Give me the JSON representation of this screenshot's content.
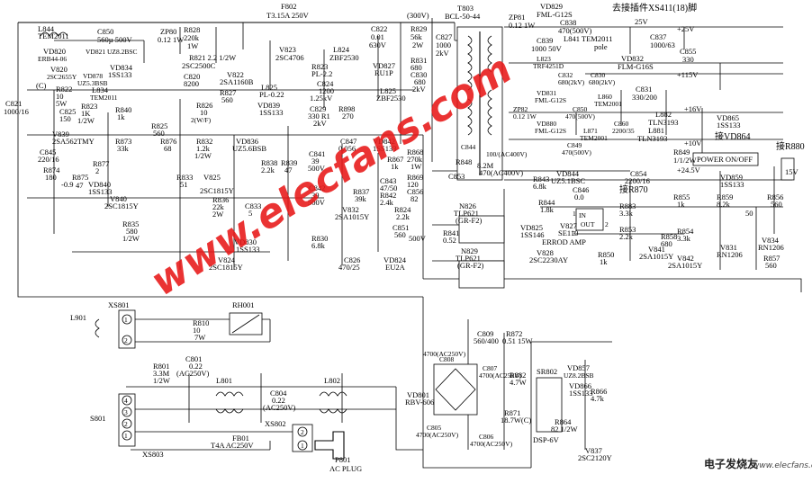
{
  "watermark": {
    "text": "www.elecfans.com",
    "color": "#e81818"
  },
  "logo": {
    "cn": "电子发烧友",
    "en": "www.elecfans.com"
  },
  "top": {
    "fuse": "F802",
    "fuse_val": "T3.15A  250V",
    "v300": "(300V)",
    "l844": "L844",
    "l844_v": "TEM2011",
    "c850": "C850",
    "c850_v": "560µ 500V",
    "zp80": "ZP80",
    "zp80_v": "0.12 1W",
    "r828": "R828",
    "r828_v": "220k",
    "r828_w": "1W",
    "r821": "R821 2.2 1/2W",
    "v821": "2SC2500C",
    "v823": "V823",
    "v823_t": "2SC4706",
    "l824": "L824",
    "l824_v": "ZBF2530",
    "c822": "C822",
    "c822_v": "0.01",
    "c822_w": "630V",
    "r829": "R829",
    "r829_v": "56k",
    "r829_w": "2W",
    "c827": "C827",
    "c827_v": "1000",
    "c827_w": "2kV",
    "t803": "T803",
    "t803_t": "BCL-50-44",
    "zp81": "ZP81",
    "zp81_v": "0.12 1W",
    "vd829": "VD829",
    "vd829_t": "FML-G12S",
    "c838": "C838",
    "c838_v": "470(500V)",
    "l841": "L841 TEM2011",
    "pole": "pole",
    "c839": "C839",
    "c839_v": "1000 50V",
    "xs411": "去接插件XS411(18)脚",
    "v25": "25V",
    "p25v": "+25V",
    "c837": "C837",
    "c837_v": "1000/63",
    "c855": "C855",
    "c855_v": "330"
  },
  "left": {
    "vd820": "VD820",
    "vd820_t": "ERB44-06",
    "vd821": "VD821 UZ8.2BSC",
    "v820": "V820",
    "v820_t": "2SC2655Y",
    "c": "(C)",
    "r822": "R822",
    "r822_v": "10",
    "r822_w": "5W",
    "vd878": "VD878",
    "vd878_t": "UZ5.3BSB",
    "vd834": "VD834",
    "vd834_t": "1SS133",
    "l834": "L834",
    "l834_t": "TEM2011",
    "c821": "C821",
    "c821_v": "1000/16",
    "c825": "C825",
    "c825_v": "150",
    "r823": "R823",
    "r823_v": "1K",
    "r823_w": "1/2W",
    "r840": "R840",
    "r840_v": "1k",
    "r825": "R825",
    "r825_v": "560",
    "v839": "V839",
    "v839_t": "2SA562TMY",
    "c845": "C845",
    "c845_v": "220/16",
    "r874": "R874",
    "r874_v": "180",
    "r874b": "-0.9",
    "r873": "R873",
    "r873_v": "33k",
    "r876": "R876",
    "r876_v": "68",
    "r877": "R877",
    "r877_v": "2",
    "r875": "R875",
    "r875_v": "47",
    "vd840": "VD840",
    "vd840_t": "1SS133",
    "v840": "V840",
    "v840_t": "2SC1815Y",
    "r835": "R835",
    "r835_v": "580",
    "r835_w": "1/2W"
  },
  "mid": {
    "c820": "C820",
    "c820_v": "8200",
    "r826": "R826",
    "r826_v": "10",
    "r826_w": "2(W/F)",
    "v822": "V822",
    "v822_t": "2SA1160B",
    "r827": "R827",
    "r827_v": "560",
    "l825": "L825",
    "l825_v": "PL-0.22",
    "vd839": "VD839",
    "vd839_t": "1SS133",
    "pl2": "PL-2.2",
    "r823b": "R823",
    "c824": "C824",
    "c824_v": "1200",
    "c824_w": "1.25kV",
    "c829": "C829",
    "c829_v": "330 R1",
    "c829_w": "2kV",
    "r898": "R898",
    "r898_v": "270",
    "l825b": "L825",
    "l825b_v": "ZBF2530",
    "vd827": "VD827",
    "vd827_t": "RU1P",
    "r831": "R831",
    "r831_v": "680",
    "c830": "C830",
    "c830_v": "680",
    "c830_w": "2kV",
    "r832": "R832",
    "r832_v": "1.2k",
    "r832_w": "1/2W",
    "vd836": "VD836",
    "vd836_t": "UZ5.6BSB",
    "r838": "R838",
    "r838_v": "2.2k",
    "r839": "R839",
    "r839_v": "47",
    "r833": "R833",
    "r833_v": "51",
    "v825": "V825",
    "v825_t": "2SC1815Y",
    "r836": "R836",
    "r836_v": "22k",
    "r836_w": "2W",
    "c833": "C833",
    "c833_v": "5",
    "vd830": "VD830",
    "vd830_t": "1SS133",
    "v824": "V824",
    "v824_t": "2SC1815Y",
    "c841": "C841",
    "c841_v": "39",
    "c841_w": "500V",
    "c842": "C842",
    "c842_v": "39",
    "c842_w": "500V",
    "c847": "C847",
    "c847_v": "0.056",
    "vd842": "VD842",
    "vd842_t": "1SS133",
    "r867": "R867",
    "r867_v": "1k",
    "r868": "R868",
    "r868_v": "270k",
    "r868_w": "1W",
    "c843": "C843",
    "c843_v": "47/50",
    "r869": "R869",
    "r869_v": "120",
    "r842": "R842",
    "r842_v": "2.4k",
    "r837": "R837",
    "r837_v": "39k",
    "v832": "V832",
    "v832_t": "2SA1015Y",
    "c856": "C856",
    "c856_v": "82",
    "r824": "R824",
    "r824_v": "2.2k",
    "r830": "R830",
    "r830_v": "6.8k",
    "c851": "C851",
    "c851_v": "560",
    "c851_w": "500V",
    "r841": "R841",
    "r841_v": "0.52",
    "c826": "C826",
    "c826_v": "470/25",
    "vd824": "VD824",
    "vd824_t": "EU2A"
  },
  "sec": {
    "l823": "L823",
    "l823_t": "TRF4251D",
    "vd832": "VD832",
    "vd832_t": "FLM-G16S",
    "c832": "C832",
    "c832_v": "680(2kV)",
    "c830b": "C830",
    "c830b_v": "680(2kV)",
    "v115": "+115V",
    "vd831": "VD831",
    "vd831_t": "FML-G12S",
    "l860": "L860",
    "l860_t": "TEM2001",
    "c831": "C831",
    "c831_v": "330/200",
    "c850b": "C850",
    "c850b_v": "470(500V)",
    "zp82": "ZP82",
    "zp82_v": "0.12 1W",
    "vd880": "VD880",
    "vd880_t": "FML-G12S",
    "l871": "L871",
    "l871_t": "TEM2001",
    "c849": "C849",
    "c849_v": "470(500V)",
    "c860": "C860",
    "c860_v": "2200/35",
    "l882": "L882",
    "l882_t": "TLN3193",
    "l881": "L881",
    "l881_t": "TLN3193",
    "p16v": "+16V",
    "p10v": "+10V",
    "vd865": "VD865",
    "vd865_t": "1SS133",
    "to_vd864": "接VD864",
    "r849": "R849",
    "r849_v": "1/1/2W",
    "c844": "C844",
    "c844_v": "100/(AC400V)",
    "r848": "R848",
    "r848_v": "8.2M",
    "c853": "C853",
    "c853_v": "470(AC400V)",
    "to_r880": "接R880",
    "power_switch": "POWER ON/OFF",
    "p245v": "+24.5V",
    "p15v": "15V",
    "vd859": "VD859",
    "vd859_t": "1SS133",
    "vd844": "VD844",
    "vd844_t": "UZ5.1BSC",
    "c854": "C854",
    "c854_v": "2200/16",
    "to_r870": "接R870",
    "r843": "R843",
    "r843_v": "6.8k",
    "c846": "C846",
    "c846_v": "0.0",
    "r844": "R844",
    "r844_v": "1.8k",
    "r855": "R855",
    "r855_v": "1k",
    "r859": "R859",
    "r859_v": "8.2k",
    "r856": "R856",
    "r856_v": "560",
    "r883": "R883",
    "r883_v": "3.3k",
    "r853": "R853",
    "r853_v": "2.2k",
    "r858": "R858",
    "r858_v": "680",
    "r854": "R854",
    "r854_v": "3.3k",
    "r_50": "50",
    "v841": "V841",
    "v841_t": "2SA1015Y",
    "v842": "V842",
    "v842_t": "2SA1015Y",
    "v831": "V831",
    "v831_t": "RN1206",
    "v834": "V834",
    "v834_t": "RN1206",
    "r857": "R857",
    "r857_v": "560",
    "vd825": "VD825",
    "vd825_t": "1SS146",
    "v827": "V827",
    "v827_t": "SE110",
    "ic_in": "IN",
    "ic_out": "OUT",
    "ic_pin1": "1",
    "ic_pin2": "2",
    "ic_pin3": "3",
    "errod": "ERROD AMP",
    "v828": "V828",
    "v828_t": "2SC2230AY",
    "r850": "R850",
    "r850_v": "1k",
    "n826": "N826",
    "n826_t": "TLP621",
    "n826_m": "(GR-F2)",
    "n829": "N829",
    "n829_t": "TLP621",
    "n829_m": "(GR-F2)"
  },
  "bottom": {
    "l901": "L901",
    "xs801": "XS801",
    "r810": "R810",
    "r810_v": "10",
    "r810_w": "7W",
    "rh001": "RH001",
    "r801": "R801",
    "r801_v": "3.3M",
    "r801_w": "1/2W",
    "c801": "C801",
    "c801_v": "0.22",
    "c801_w": "(AC250V)",
    "l801": "L801",
    "c804": "C804",
    "c804_v": "0.22",
    "c804_w": "(AC250V)",
    "l802": "L802",
    "s801": "S801",
    "xs802": "XS802",
    "xs803": "XS803",
    "fb01": "FB01",
    "fb01_v": "T4A  AC250V",
    "p801": "P801",
    "acplug": "AC PLUG",
    "c809": "C809",
    "c809_v": "560/400",
    "r872": "R872",
    "r872_v": "0.51 15W",
    "vd801": "VD801",
    "vd801_t": "RBV-606",
    "c808": "C808",
    "c808_v": "4700(AC250V)",
    "c807": "C807",
    "c807_v": "4700(AC250V)",
    "c805": "C805",
    "c805_v": "4700(AC250V)",
    "c806": "C806",
    "c806_v": "4700(AC250V)",
    "r882": "R882",
    "r882_v": "4.7W",
    "r871": "R871",
    "r871_v": "18.7W(C)",
    "sr802": "SR802",
    "sr802_t": "DSP-6V",
    "vd857": "VD857",
    "vd857_t": "UZ8.2BSB",
    "r864": "R864",
    "r864_v": "82 1/2W",
    "r866": "R866",
    "r866_v": "4.7k",
    "vd866": "VD866",
    "vd866_t": "1SS133",
    "v837": "V837",
    "v837_t": "2SC2120Y",
    "pins": [
      "1",
      "2",
      "3",
      "4"
    ]
  }
}
